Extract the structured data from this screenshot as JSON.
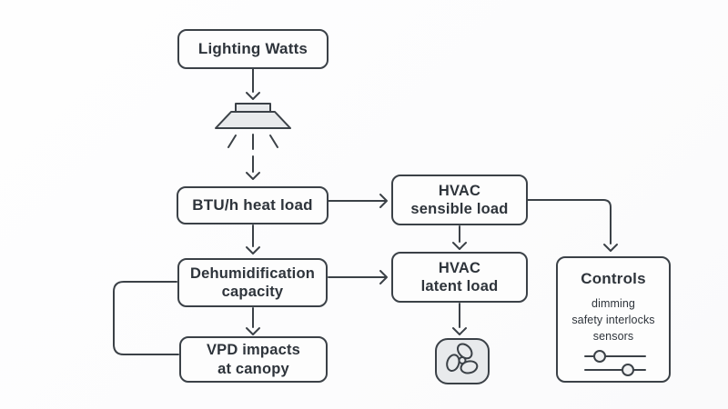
{
  "diagram": {
    "nodes": {
      "lighting_watts": {
        "label": "Lighting Watts"
      },
      "btu_heat_load": {
        "label": "BTU/h heat load"
      },
      "hvac_sensible_load": {
        "line1": "HVAC",
        "line2": "sensible load"
      },
      "dehumidification_capacity": {
        "line1": "Dehumidification",
        "line2": "capacity"
      },
      "hvac_latent_load": {
        "line1": "HVAC",
        "line2": "latent load"
      },
      "vpd_impacts": {
        "line1": "VPD impacts",
        "line2": "at canopy"
      },
      "controls": {
        "title": "Controls",
        "items": [
          "dimming",
          "safety interlocks",
          "sensors"
        ]
      }
    },
    "icons": [
      "lamp-icon",
      "fan-icon",
      "sliders-icon"
    ],
    "edges": [
      {
        "from": "lighting_watts",
        "to": "lamp-icon",
        "arrow": true
      },
      {
        "from": "lamp-icon",
        "to": "btu_heat_load",
        "arrow": true
      },
      {
        "from": "btu_heat_load",
        "to": "hvac_sensible_load",
        "arrow": true
      },
      {
        "from": "btu_heat_load",
        "to": "dehumidification_capacity",
        "arrow": true
      },
      {
        "from": "hvac_sensible_load",
        "to": "hvac_latent_load",
        "arrow": true
      },
      {
        "from": "dehumidification_capacity",
        "to": "hvac_latent_load",
        "arrow": true
      },
      {
        "from": "dehumidification_capacity",
        "to": "vpd_impacts",
        "arrow": true
      },
      {
        "from": "hvac_latent_load",
        "to": "fan-icon",
        "arrow": true
      },
      {
        "from": "hvac_sensible_load",
        "to": "controls",
        "arrow": true
      },
      {
        "from": "vpd_impacts",
        "to": "dehumidification_capacity",
        "arrow": false,
        "style": "feedback-loop"
      }
    ],
    "colors": {
      "stroke": "#3b4147",
      "text": "#2e343b",
      "icon_fill": "#e8eaec",
      "background": "#fdfdfd"
    }
  }
}
